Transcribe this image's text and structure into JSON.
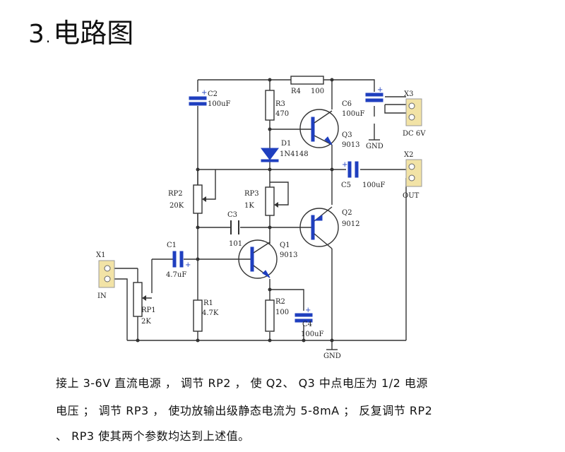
{
  "heading": {
    "number": "3",
    "title": "电路图"
  },
  "labels": {
    "r4": "R4",
    "r4_val": "100",
    "c2": "C2",
    "c2_val": "100uF",
    "r3": "R3",
    "r3_val": "470",
    "c6": "C6",
    "c6_val": "100uF",
    "x3": "X3",
    "x3_note": "DC 6V",
    "gnd_top": "GND",
    "q3": "Q3",
    "q3_val": "9013",
    "d1": "D1",
    "d1_val": "1N4148",
    "x2": "X2",
    "x2_note": "OUT",
    "c5": "C5",
    "c5_val": "100uF",
    "rp2": "RP2",
    "rp2_val": "20K",
    "rp3": "RP3",
    "rp3_val": "1K",
    "c3": "C3",
    "c3_val": "101",
    "q2": "Q2",
    "q2_val": "9012",
    "c1": "C1",
    "c1_val": "4.7uF",
    "q1": "Q1",
    "q1_val": "9013",
    "x1": "X1",
    "x1_note": "IN",
    "rp1": "RP1",
    "rp1_val": "2K",
    "r1": "R1",
    "r1_val": "4.7K",
    "r2": "R2",
    "r2_val": "100",
    "c4": "C4",
    "c4_val": "100uF",
    "gnd_bottom": "GND",
    "plus": "+"
  },
  "description": [
    "接上 3-6V 直流电源 ， 调节 RP2 ， 使 Q2、  Q3 中点电压为 1/2 电源",
    "电压 ； 调节 RP3 ， 使功放输出级静态电流为 5-8mA ； 反复调节 RP2",
    "、 RP3 使其两个参数均达到上述值。"
  ]
}
